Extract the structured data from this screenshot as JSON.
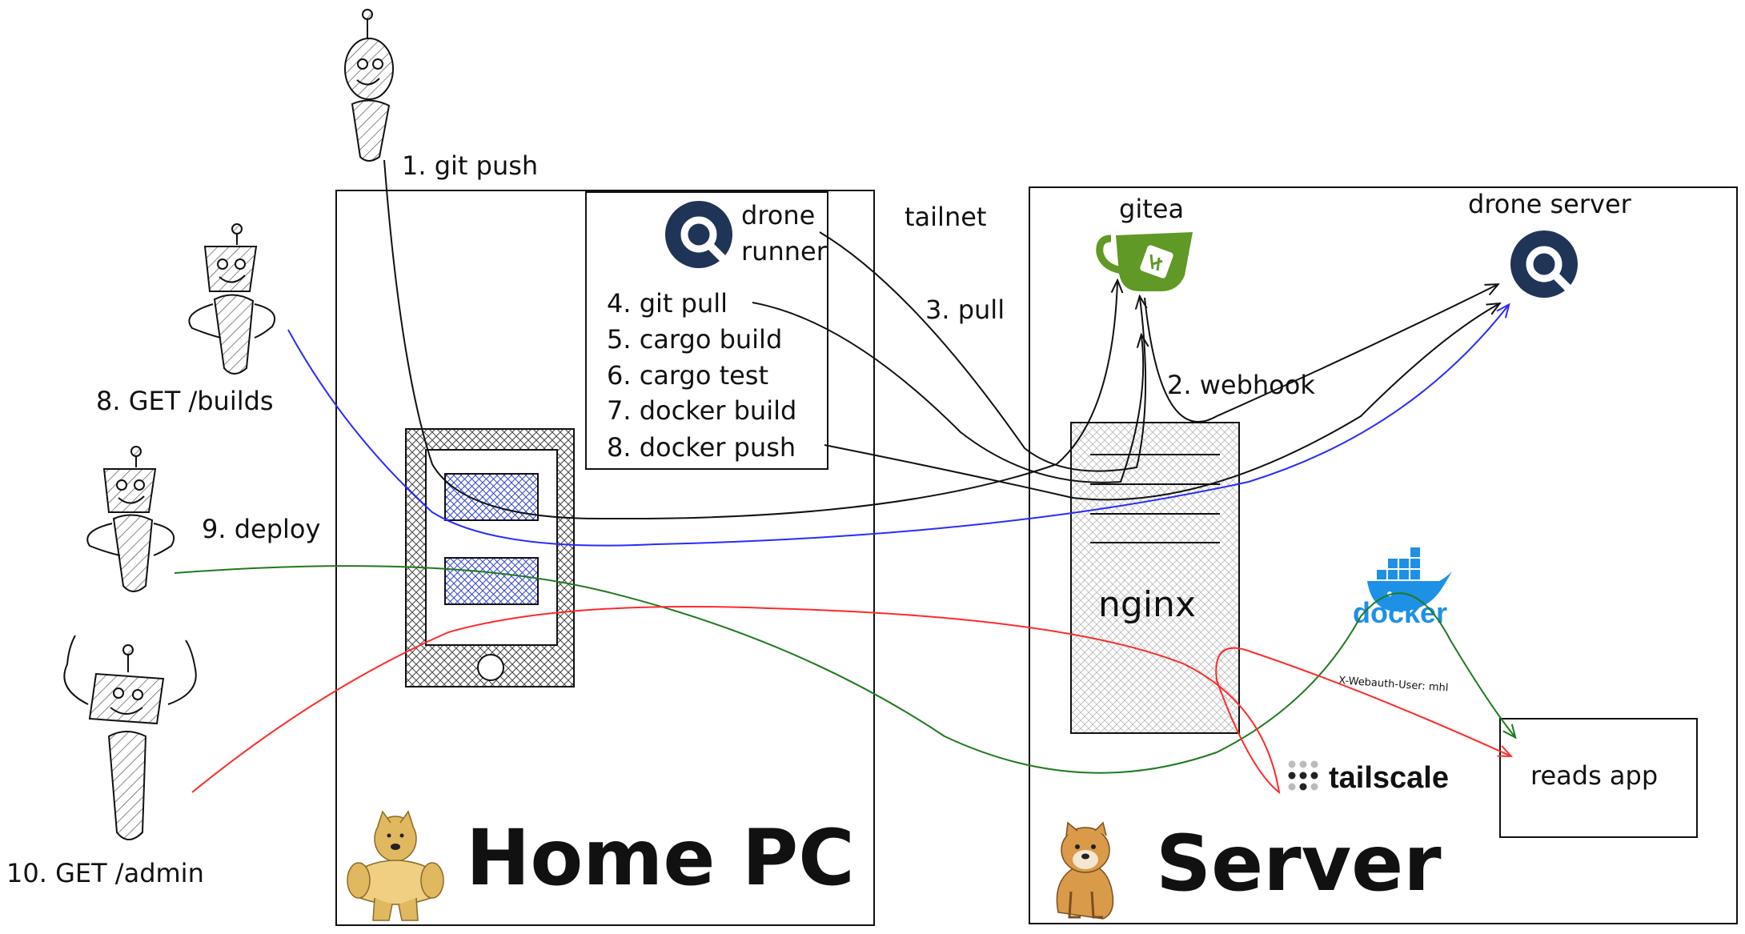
{
  "labels": {
    "step1": "1. git push",
    "tailnet": "tailnet",
    "step3": "3. pull",
    "step2": "2. webhook",
    "step8_get": "8. GET /builds",
    "step9": "9. deploy",
    "step10": "10. GET /admin",
    "header": "X-Webauth-User: mhl"
  },
  "home_pc": {
    "title": "Home PC"
  },
  "server": {
    "title": "Server"
  },
  "drone_runner": {
    "title_line1": "drone",
    "title_line2": "runner",
    "steps": [
      "4. git pull",
      "5. cargo build",
      "6. cargo test",
      "7. docker build",
      "8. docker push"
    ]
  },
  "gitea": {
    "label": "gitea"
  },
  "drone_server": {
    "label": "drone server"
  },
  "nginx": {
    "label": "nginx"
  },
  "docker": {
    "label": "docker"
  },
  "tailscale": {
    "label": "tailscale"
  },
  "reads_app": {
    "label": "reads app"
  },
  "colors": {
    "get_builds": "#2a2aff",
    "deploy": "#1f7a1f",
    "admin": "#ff2a2a",
    "gitea_green": "#609926",
    "drone_navy": "#1f3557",
    "docker_blue": "#1d91e6"
  }
}
